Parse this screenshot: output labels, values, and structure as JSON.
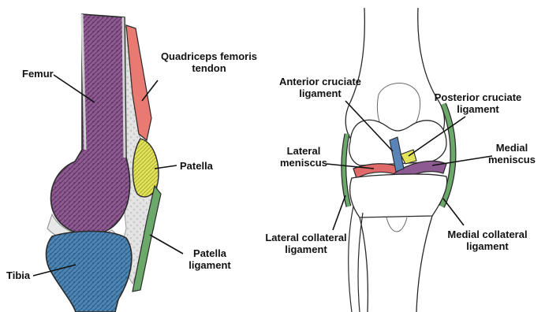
{
  "colors": {
    "femur": "#8e5a92",
    "tibia": "#4d86b3",
    "patella": "#e3e35a",
    "quadriceps_tendon": "#e87a72",
    "patella_ligament": "#6aa96a",
    "acl": "#5a84b8",
    "pcl": "#e3e35a",
    "lateral_meniscus": "#e06a6a",
    "medial_meniscus": "#8e5a92",
    "collateral": "#6aa96a",
    "outline": "#2a2a2a",
    "cartilage": "#e8e8e8"
  },
  "left_panel": {
    "labels": {
      "femur": "Femur",
      "quadriceps_line1": "Quadriceps femoris",
      "quadriceps_line2": "tendon",
      "patella": "Patella",
      "patella_ligament_line1": "Patella",
      "patella_ligament_line2": "ligament",
      "tibia": "Tibia"
    }
  },
  "right_panel": {
    "labels": {
      "acl_line1": "Anterior cruciate",
      "acl_line2": "ligament",
      "pcl_line1": "Posterior cruciate",
      "pcl_line2": "ligament",
      "lateral_meniscus_line1": "Lateral",
      "lateral_meniscus_line2": "meniscus",
      "medial_meniscus_line1": "Medial",
      "medial_meniscus_line2": "meniscus",
      "lcl_line1": "Lateral collateral",
      "lcl_line2": "ligament",
      "mcl_line1": "Medial collateral",
      "mcl_line2": "ligament"
    }
  }
}
